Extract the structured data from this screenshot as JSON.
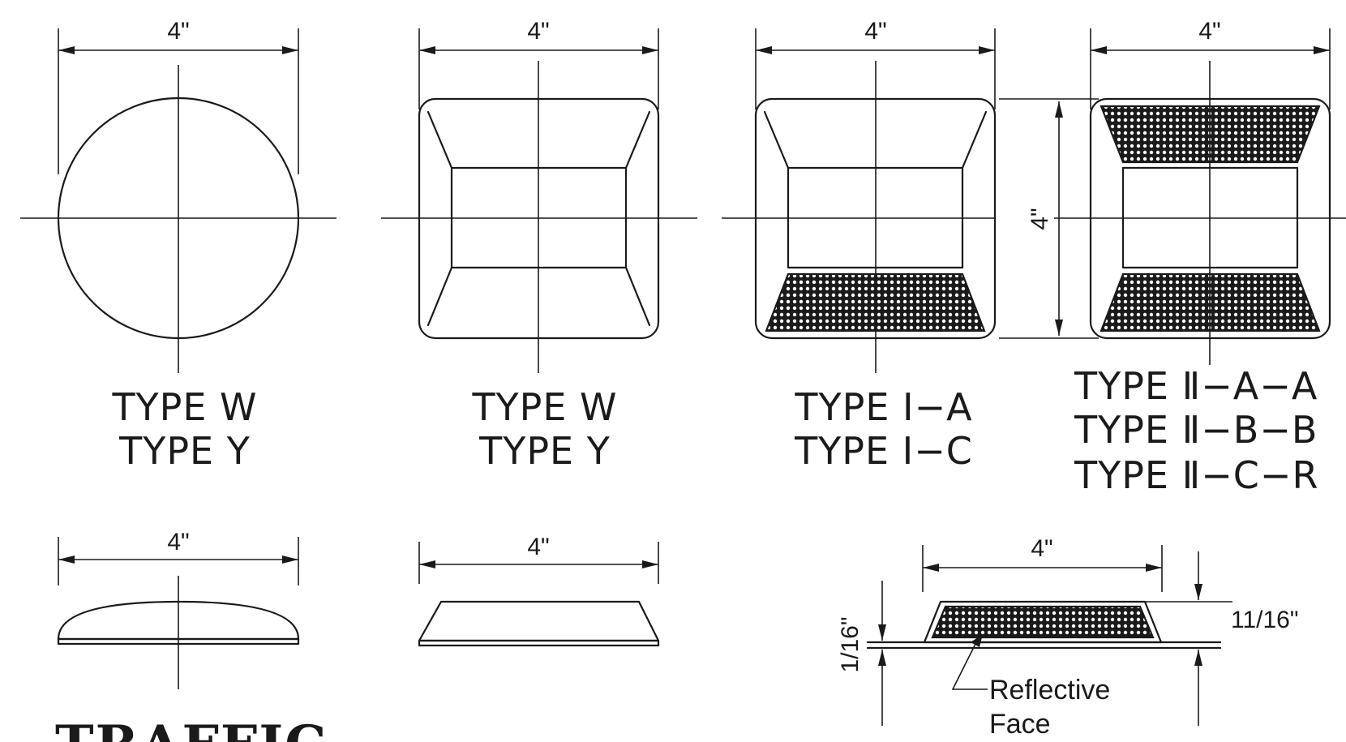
{
  "dimensions": {
    "width_4in": "4\"",
    "height_4in": "4\"",
    "base_thickness": "1/16\"",
    "marker_height": "11/16\""
  },
  "labels": {
    "round_marker": [
      "TYPE  W",
      "TYPE  Y"
    ],
    "square_marker": [
      "TYPE  W",
      "TYPE  Y"
    ],
    "one_way_reflective": [
      "TYPE  I−A",
      "TYPE  I−C"
    ],
    "two_way_reflective": [
      "TYPE  Ⅱ−A−A",
      "TYPE  Ⅱ−B−B",
      "TYPE  Ⅱ−C−R"
    ],
    "reflective_face_callout": [
      "Reflective",
      "Face"
    ]
  },
  "title_partial": "TRAFFIC",
  "colors": {
    "ink": "#1a1a1a",
    "paper": "#ffffff"
  }
}
